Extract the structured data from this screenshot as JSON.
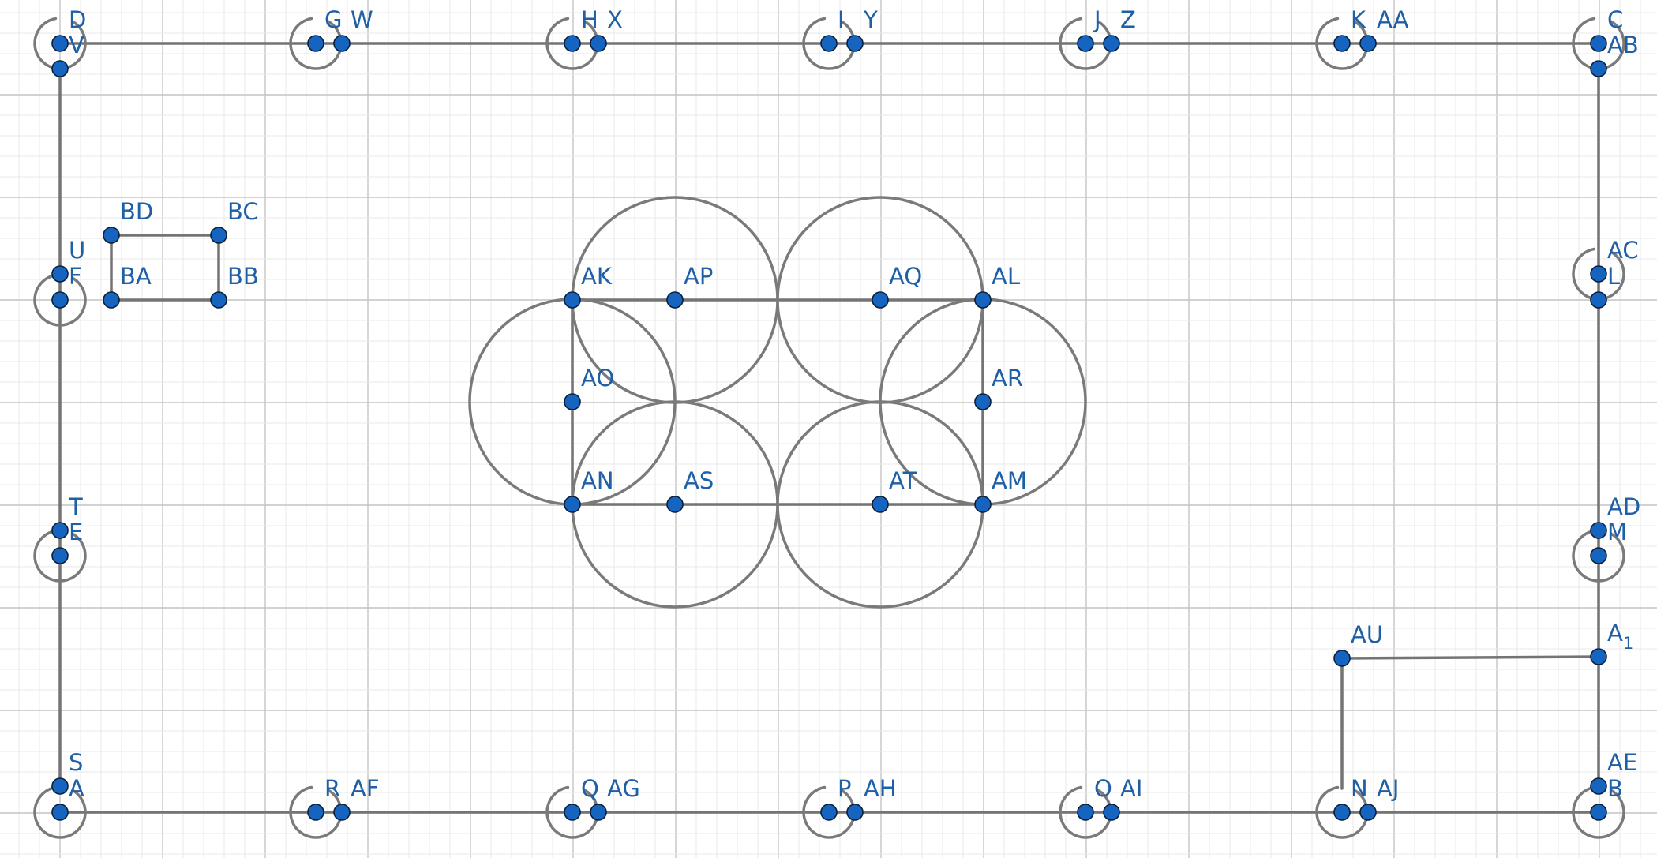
{
  "diagram": {
    "grid": true,
    "colors": {
      "point_fill": "#1565c0",
      "point_stroke": "#0b1f3a",
      "label": "#1f5fa6",
      "segment": "#747474",
      "circle": "#7a7a7a",
      "grid_major": "#c4c4c4",
      "grid_minor": "#e9e9e9"
    },
    "labels": {
      "D": "D",
      "V": "V",
      "G": "G",
      "W": "W",
      "H": "H",
      "X": "X",
      "I": "I",
      "Y": "Y",
      "J": "J",
      "Z": "Z",
      "K": "K",
      "AA": "AA",
      "C": "C",
      "AB": "AB",
      "U": "U",
      "F": "F",
      "AC": "AC",
      "L": "L",
      "BD": "BD",
      "BC": "BC",
      "BA": "BA",
      "BB": "BB",
      "AK": "AK",
      "AP": "AP",
      "AQ": "AQ",
      "AL": "AL",
      "AO": "AO",
      "AR": "AR",
      "AN": "AN",
      "AS": "AS",
      "AT": "AT",
      "AM": "AM",
      "T": "T",
      "E": "E",
      "AD": "AD",
      "M": "M",
      "AU": "AU",
      "A1": "A",
      "A1_sub": "1",
      "S": "S",
      "A": "A",
      "R": "R",
      "AF": "AF",
      "Q": "Q",
      "AG": "AG",
      "P": "P",
      "AH": "AH",
      "O": "O",
      "AI": "AI",
      "N": "N",
      "AJ": "AJ",
      "AE": "AE",
      "B": "B"
    }
  }
}
